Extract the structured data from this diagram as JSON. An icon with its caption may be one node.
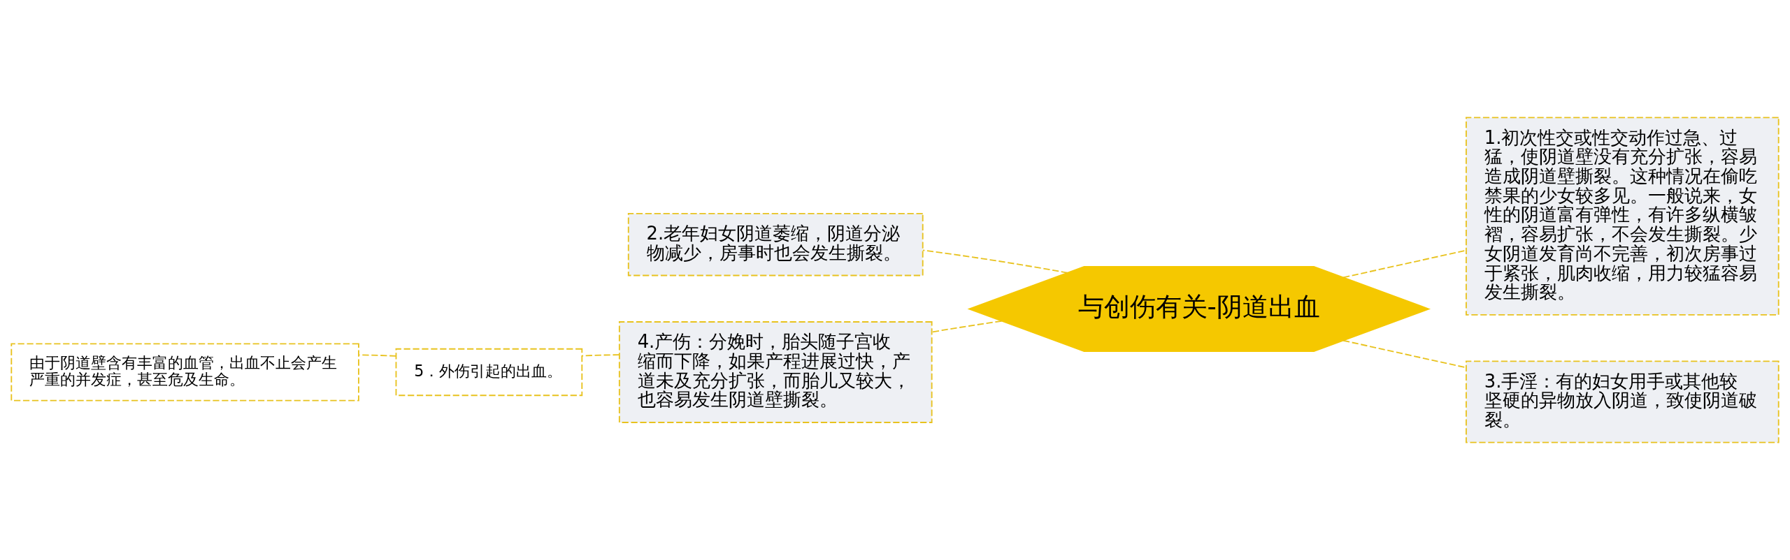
{
  "diagram": {
    "nodes": [
      {
        "text": [
          "与创伤有关-阴道出血"
        ]
      },
      {
        "text": [
          "1.初次性交或性交动作过急、过猛，使阴道壁没有充分扩张，容易造成阴道壁撕裂。这种情况在偷吃禁果的少女较多见。一般说来，女性的阴道富有弹性，有许多纵横皱褶，容易扩张，不会发生撕裂。少女阴道发育尚不完善，初次房事过于紧张，肌肉收缩，用力较猛容易发生撕裂。"
        ]
      },
      {
        "text": [
          "2.老年妇女阴道萎缩，阴道分泌物减少，房事时也会发生撕裂。"
        ]
      },
      {
        "text": [
          "3.手淫：有的妇女用手或其他较坚硬的异物放入阴道，致使阴道破裂。"
        ]
      },
      {
        "text": [
          "4.产伤：分娩时，胎头随子宫收缩而下降，如果产程进展过快，产道未及充分扩张，而胎儿又较大，也容易发生阴道壁撕裂。"
        ]
      },
      {
        "text": [
          "5．外伤引起的出血。"
        ]
      },
      {
        "text": [
          "由于阴道壁含有丰富的血管，出血不止会产生严重的并发症，甚至危及生命。"
        ]
      }
    ],
    "edges": [
      {
        "from": 0,
        "to": 1,
        "arrow": "none",
        "style": "dashed"
      },
      {
        "from": 0,
        "to": 2,
        "arrow": "none",
        "style": "dashed"
      },
      {
        "from": 0,
        "to": 3,
        "arrow": "none",
        "style": "dashed"
      },
      {
        "from": 0,
        "to": 4,
        "arrow": "none",
        "style": "dashed"
      },
      {
        "from": 4,
        "to": 5,
        "arrow": "none",
        "style": "dashed"
      },
      {
        "from": 5,
        "to": 6,
        "arrow": "none",
        "style": "dashed"
      }
    ]
  }
}
